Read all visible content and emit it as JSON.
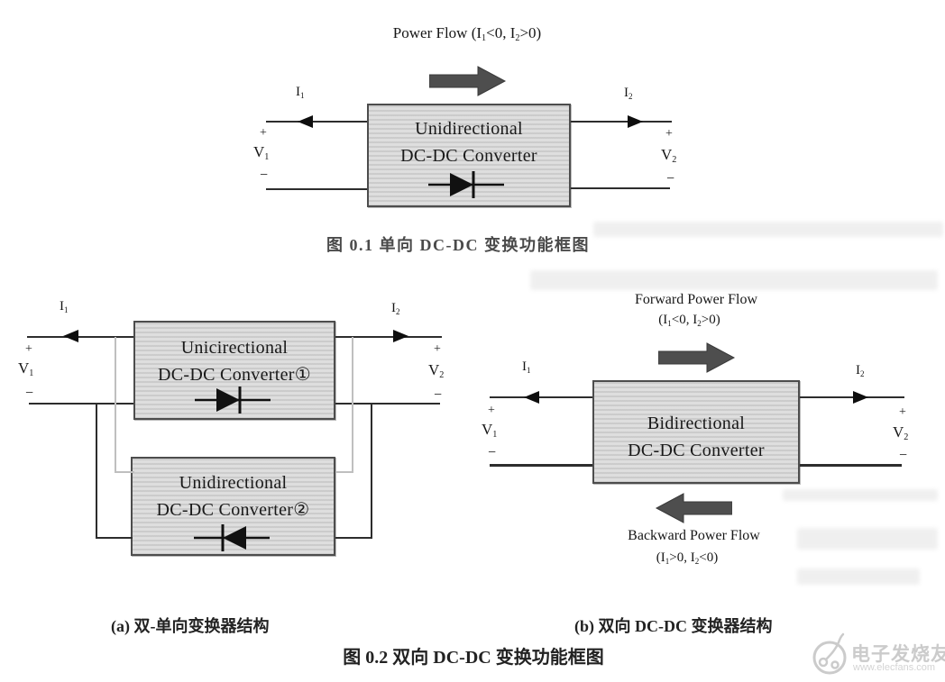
{
  "symbols": {
    "plus": "+",
    "minus": "−"
  },
  "fig1": {
    "power_flow_parts": [
      "Power Flow (I",
      "1",
      "<0, I",
      "2",
      ">0)"
    ],
    "block_line1": "Unidirectional",
    "block_line2": "DC-DC Converter",
    "i1_base": "I",
    "i1_sub": "1",
    "i2_base": "I",
    "i2_sub": "2",
    "v1_base": "V",
    "v1_sub": "1",
    "v2_base": "V",
    "v2_sub": "2",
    "caption": "图 0.1 单向 DC-DC 变换功能框图"
  },
  "fig2a": {
    "block1_line1": "Unicirectional",
    "block1_line2": "DC-DC Converter①",
    "block2_line1": "Unidirectional",
    "block2_line2": "DC-DC Converter②",
    "i1_base": "I",
    "i1_sub": "1",
    "i2_base": "I",
    "i2_sub": "2",
    "v1_base": "V",
    "v1_sub": "1",
    "v2_base": "V",
    "v2_sub": "2",
    "caption": "(a) 双-单向变换器结构"
  },
  "fig2b": {
    "forward_line1": "Forward Power Flow",
    "forward_parts": [
      "(I",
      "1",
      "<0, I",
      "2",
      ">0)"
    ],
    "backward_line1": "Backward Power Flow",
    "backward_parts": [
      "(I",
      "1",
      ">0, I",
      "2",
      "<0)"
    ],
    "block_line1": "Bidirectional",
    "block_line2": "DC-DC Converter",
    "i1_base": "I",
    "i1_sub": "1",
    "i2_base": "I",
    "i2_sub": "2",
    "v1_base": "V",
    "v1_sub": "1",
    "v2_base": "V",
    "v2_sub": "2",
    "caption": "(b) 双向 DC-DC 变换器结构"
  },
  "fig2_caption": "图 0.2 双向 DC-DC 变换功能框图",
  "watermark": {
    "brand": "电子发烧友",
    "url": "www.elecfans.com"
  },
  "colors": {
    "block_fill": "#dadada",
    "block_border": "#4d4d4d",
    "wire": "#2d2d2d",
    "arrow_fill": "#4e4e4e",
    "watermark": "#cbcbcb"
  }
}
